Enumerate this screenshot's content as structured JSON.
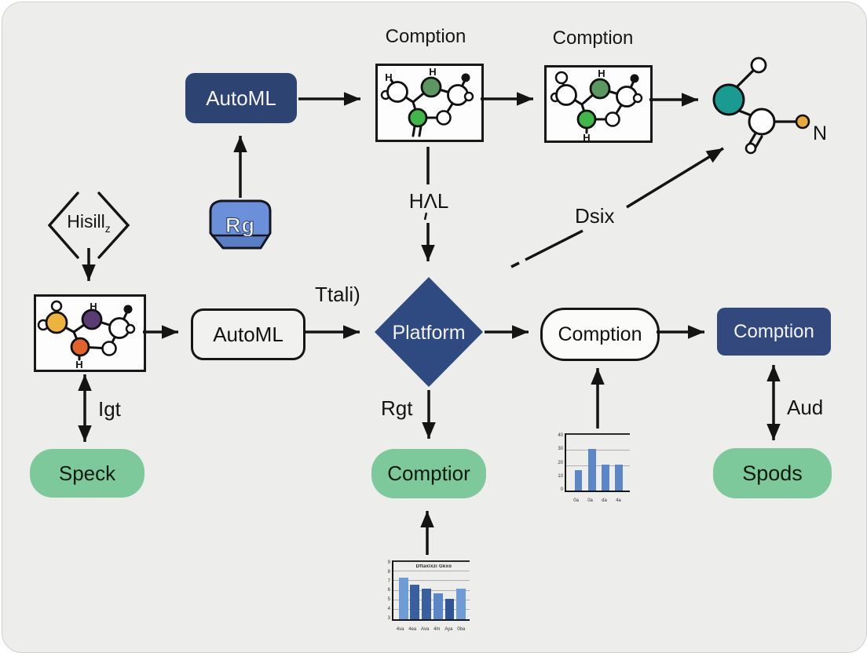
{
  "window": {
    "background": "#ededec",
    "border_color": "#cfcfcf"
  },
  "colors": {
    "navy_box": "#2d4473",
    "navy_diamond": "#2e4a80",
    "navy_box_right": "#33497e",
    "green_pill": "#7ec99b",
    "arrow": "#141414",
    "rg_fill": "#6b90d9",
    "rg_fill_dark": "#5a7ec6",
    "atom_teal": "#1a9a90",
    "atom_orange": "#e8a93f",
    "atom_purple": "#5a3c73",
    "atom_red_orange": "#e2622d",
    "atom_yellow": "#eeb33e",
    "atom_sage": "#5c9661",
    "atom_green": "#41b649"
  },
  "nodes": {
    "automl_top": {
      "label": "AutoML"
    },
    "rg_badge": {
      "label": "Rg"
    },
    "hisill": {
      "label": "Hisill",
      "subscript": "z"
    },
    "automl_mid": {
      "label": "AutoML"
    },
    "platform": {
      "label": "Platform"
    },
    "comption_pill": {
      "label": "Comption"
    },
    "comption_dark": {
      "label": "Comption"
    },
    "speck": {
      "label": "Speck"
    },
    "comptior": {
      "label": "Comptior"
    },
    "spods": {
      "label": "Spods"
    }
  },
  "captions": {
    "molecule_box_1": "Comption",
    "molecule_box_2": "Comption"
  },
  "edge_labels": {
    "ttali": "Ttali)",
    "hal": "HΛL",
    "dsix": "Dsix",
    "rgt": "Rgt",
    "igt": "Igt",
    "aud": "Aud"
  },
  "atom_labels": {
    "h": "H",
    "n": "N"
  },
  "chart_data": [
    {
      "id": "bar-chart-under-comption-pill",
      "type": "bar",
      "title": "",
      "categories": [
        "0a",
        "0a",
        "da",
        "4a"
      ],
      "values": [
        36,
        75,
        46,
        46
      ],
      "ylim": [
        0,
        100
      ],
      "y_ticks": [
        "40",
        "30",
        "20",
        "10",
        "0"
      ],
      "bar_colors": [
        "#5b87c7",
        "#5b87c7",
        "#5b87c7",
        "#5b87c7"
      ],
      "grid": true,
      "gridline_positions_pct": [
        44,
        72
      ]
    },
    {
      "id": "bar-chart-under-comptior",
      "type": "bar",
      "title": "Dftaxlxzi Gkxo",
      "categories": [
        "4va",
        "4ea",
        "Ava",
        "4m",
        "Aya",
        "0ba"
      ],
      "values": [
        73,
        60,
        54,
        45,
        36,
        54
      ],
      "ylim": [
        0,
        100
      ],
      "y_ticks": [
        "9",
        "8",
        "7",
        "6",
        "5",
        "4",
        "3"
      ],
      "bar_colors": [
        "#6f9bd6",
        "#3a5f9e",
        "#3a5f9e",
        "#5b87c7",
        "#2f5596",
        "#6f9bd6"
      ],
      "grid": true,
      "gridline_positions_pct": [
        16,
        33,
        50,
        67,
        84
      ]
    }
  ]
}
